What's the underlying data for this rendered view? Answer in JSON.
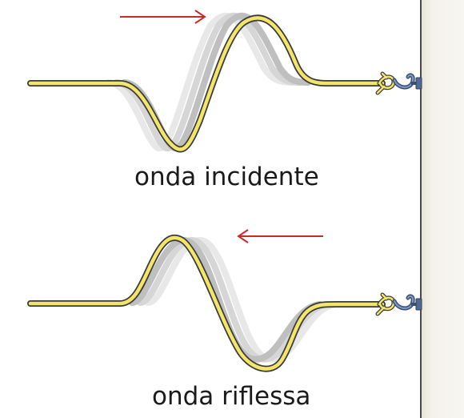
{
  "labels": {
    "incident": "onda incidente",
    "reflected": "onda riflessa"
  },
  "colors": {
    "rope_fill": "#f2e56a",
    "rope_outline": "#3a3a3a",
    "ghost_1": "#b9b9b9",
    "ghost_2": "#cfcfcf",
    "ghost_3": "#e3e3e3",
    "arrow": "#cc2a2a",
    "wall_face": "#f1efe6",
    "wall_edge": "#4a4a4a",
    "hook": "#4f6a94"
  },
  "arrows": {
    "incident_direction": "right",
    "reflected_direction": "left"
  }
}
